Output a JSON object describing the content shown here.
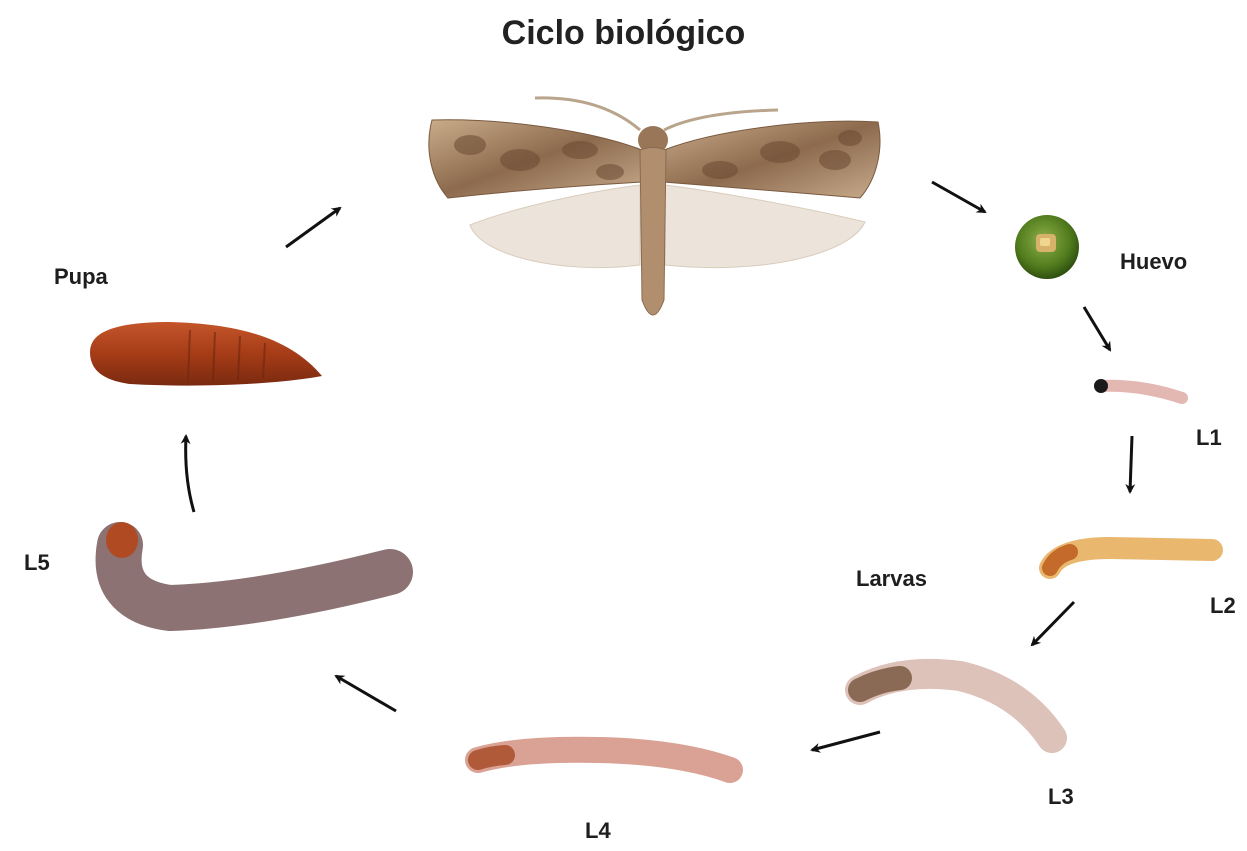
{
  "title": "Ciclo biológico",
  "stages": {
    "adult": {
      "label": ""
    },
    "egg": {
      "label": "Huevo"
    },
    "l1": {
      "label": "L1"
    },
    "l2": {
      "label": "L2"
    },
    "l3": {
      "label": "L3"
    },
    "l4": {
      "label": "L4"
    },
    "l5": {
      "label": "L5"
    },
    "pupa": {
      "label": "Pupa"
    }
  },
  "group_labels": {
    "larvae": "Larvas"
  },
  "colors": {
    "arrow": "#111111",
    "egg": "#4f7a1c",
    "wing_fore": "#b89a7a",
    "wing_hind": "#eae2d8",
    "larva_early": "#e7b06e",
    "larva_mid": "#d7a9a2",
    "larva_late": "#8a6e6e",
    "pupa": "#b3421c"
  }
}
